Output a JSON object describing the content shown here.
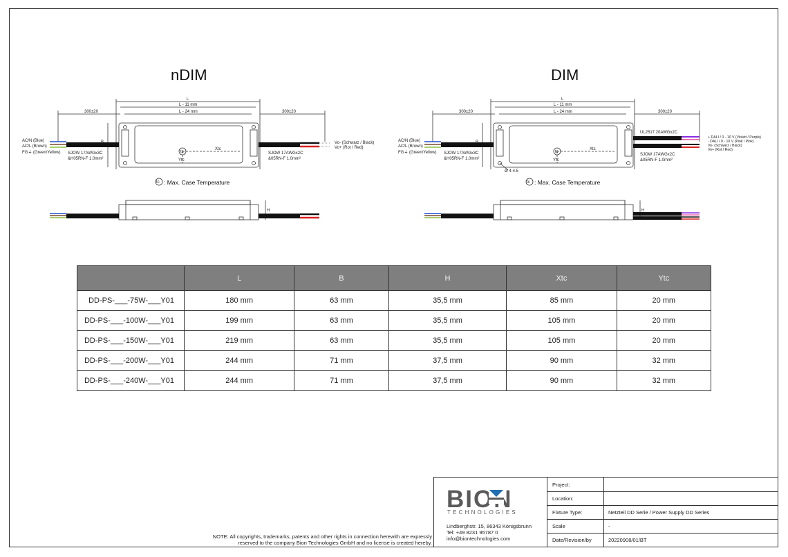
{
  "titles": {
    "left": "nDIM",
    "right": "DIM"
  },
  "drawing": {
    "dim_L": "L",
    "dim_L11": "L - 11 mm",
    "dim_L24": "L - 24 mm",
    "cable_len": "300±20",
    "dim_B": "B",
    "dim_H": "H",
    "xtc": "Xtc",
    "ytc": "Ytc",
    "tc": "tc",
    "hole": "Ø 4-4.5",
    "legend": ": Max. Case Temperature",
    "ac_lines": [
      "AC/N (Blue)",
      "AC/L (Brown)",
      "FG⏚ (Green/Yellow)"
    ],
    "input_cable": [
      "SJOW 17AWGx3C",
      "&H05RN-F 1.0mm²"
    ],
    "output_cable": [
      "SJOW 17AWGx2C",
      "&05RN-F 1.0mm²"
    ],
    "out_lines": [
      "Vo- (Schwarz / Black)",
      "Vo+ (Rot / Red)"
    ],
    "dali_cable": "UL2517 20AWGx2C",
    "dali_lines": [
      "+ DALI / 0 - 10 V (Violett / Purple)",
      "- DALI / 0 - 10 V (Pink / Pink)",
      "Vo- (Schwarz / Black)",
      "Vo+ (Rot / Red)"
    ]
  },
  "table": {
    "headers": [
      "",
      "L",
      "B",
      "H",
      "Xtc",
      "Ytc"
    ],
    "rows": [
      [
        "DD-PS-___-75W-___Y01",
        "180 mm",
        "63 mm",
        "35,5 mm",
        "85 mm",
        "20 mm"
      ],
      [
        "DD-PS-___-100W-___Y01",
        "199 mm",
        "63 mm",
        "35,5 mm",
        "105 mm",
        "20 mm"
      ],
      [
        "DD-PS-___-150W-___Y01",
        "219 mm",
        "63 mm",
        "35,5 mm",
        "105 mm",
        "20 mm"
      ],
      [
        "DD-PS-___-200W-___Y01",
        "244 mm",
        "71 mm",
        "37,5 mm",
        "90 mm",
        "32 mm"
      ],
      [
        "DD-PS-___-240W-___Y01",
        "244 mm",
        "71 mm",
        "37,5 mm",
        "90 mm",
        "32 mm"
      ]
    ]
  },
  "note": {
    "line1": "NOTE: All copyrights, trademarks, patents and other rights in connection herewith are expressly",
    "line2": "reserved to the company Bion Technologies GmbH and no license is created hereby."
  },
  "titleblock": {
    "logo": "BION",
    "logo_sub": "TECHNOLOGIES",
    "address": [
      "Lindberghstr. 15, 86343 Königsbrunn",
      "Tel: +49 8231 95787 0",
      "info@biontechnologies.com"
    ],
    "rows": [
      {
        "label": "Project:",
        "value": ""
      },
      {
        "label": "Location:",
        "value": ""
      },
      {
        "label": "Fixture Type:",
        "value": "Netzteil DD Serie / Power Supply DD Series"
      },
      {
        "label": "Scale",
        "value": "-"
      },
      {
        "label": "Date/Revision/by",
        "value": "20220908/01/BT"
      }
    ]
  },
  "colors": {
    "header_bg": "#7f7f7f",
    "logo_gray": "#5a5a5a",
    "logo_blue": "#1f6fb2"
  }
}
